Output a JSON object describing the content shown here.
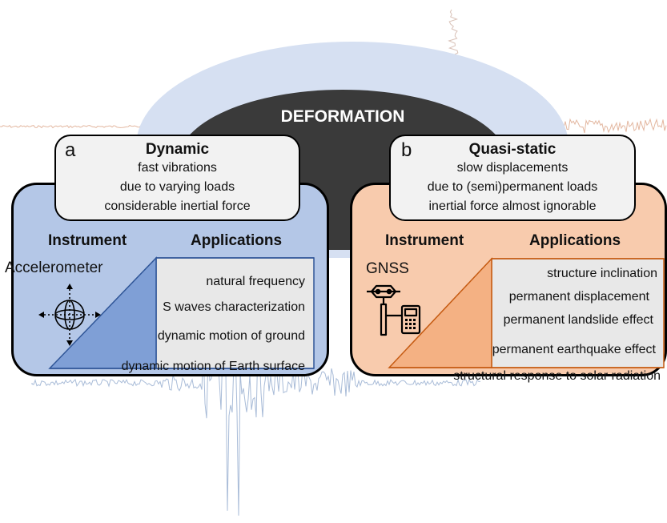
{
  "deformation": {
    "title": "DEFORMATION"
  },
  "panel_a": {
    "letter": "a",
    "title": "Dynamic",
    "lines": [
      "fast vibrations",
      "due to varying loads",
      "considerable inertial force"
    ],
    "instrument_header": "Instrument",
    "applications_header": "Applications",
    "instrument_name": "Accelerometer",
    "instrument_icon": "accelerometer-icon",
    "applications": [
      "natural frequency",
      "S waves characterization",
      "dynamic motion of ground",
      "dynamic motion of Earth surface"
    ],
    "colors": {
      "panel": "#b4c7e7",
      "accent": "#7f9fd6"
    }
  },
  "panel_b": {
    "letter": "b",
    "title": "Quasi-static",
    "lines": [
      "slow displacements",
      "due to (semi)permanent loads",
      "inertial force almost ignorable"
    ],
    "instrument_header": "Instrument",
    "applications_header": "Applications",
    "instrument_name": "GNSS",
    "instrument_icon": "gnss-receiver-icon",
    "applications": [
      "structure inclination",
      "permanent displacement",
      "permanent landslide effect",
      "permanent earthquake effect",
      "structural response to solar radiation"
    ],
    "colors": {
      "panel": "#f8cbad",
      "accent": "#f4b183"
    }
  }
}
